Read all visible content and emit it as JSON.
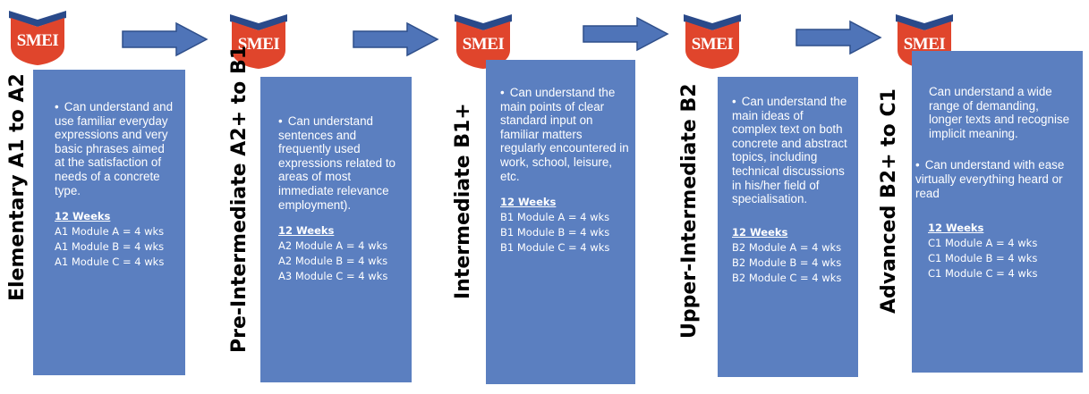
{
  "logo_text": "SMEI",
  "colors": {
    "box": "#5b7fc0",
    "arrow": "#4f74b8",
    "logo_red": "#e0452c",
    "logo_blue": "#2a4a8a"
  },
  "stages": [
    {
      "title": "Elementary A1 to A2",
      "description": [
        "Can understand and use familiar everyday expressions and very basic phrases aimed at the satisfaction of needs of a concrete type."
      ],
      "bullet": "•",
      "weeks": "12 Weeks",
      "modules": [
        "A1 Module A  = 4 wks",
        "A1 Module B = 4 wks",
        "A1 Module C = 4 wks"
      ]
    },
    {
      "title": "Pre-Intermediate A2+ to B1",
      "description": [
        "Can understand sentences and frequently used expressions related to areas of most immediate relevance employment)."
      ],
      "bullet": "•",
      "weeks": "12 Weeks",
      "modules": [
        "A2 Module A  = 4 wks",
        "A2 Module B = 4 wks",
        "A3 Module C = 4 wks"
      ]
    },
    {
      "title": "Intermediate B1+",
      "description": [
        "Can understand the main points of clear standard input on familiar matters regularly encountered in work, school, leisure, etc."
      ],
      "bullet": "•",
      "weeks": "12 Weeks",
      "modules": [
        "B1 Module A  = 4 wks",
        "B1 Module B = 4 wks",
        "B1 Module C = 4 wks"
      ]
    },
    {
      "title": "Upper-Intermediate B2",
      "description": [
        "Can understand the main ideas of complex text on both concrete and abstract topics, including technical discussions in his/her field of specialisation."
      ],
      "bullet": "•",
      "weeks": "12 Weeks",
      "modules": [
        "B2 Module A  = 4 wks",
        "B2 Module B = 4 wks",
        "B2 Module C = 4 wks"
      ]
    },
    {
      "title": "Advanced B2+ to C1",
      "description": [
        "Can understand a wide range of demanding,  longer texts and recognise implicit meaning.",
        "Can understand with ease virtually everything heard or read"
      ],
      "bullet": "•",
      "weeks": "12 Weeks",
      "modules": [
        "C1 Module A  = 4 wks",
        "C1 Module B = 4 wks",
        "C1 Module C = 4 wks"
      ]
    }
  ]
}
